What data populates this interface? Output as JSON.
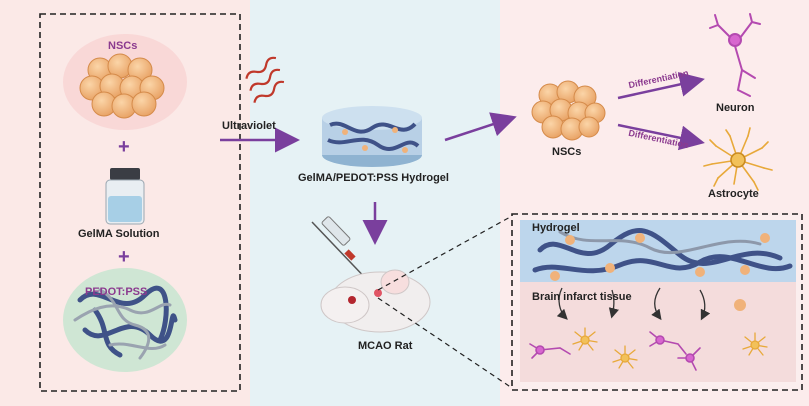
{
  "labels": {
    "nscs_top": "NSCs",
    "plus1": "+",
    "gelma_solution": "GelMA Solution",
    "plus2": "+",
    "pedot_pss": "PEDOT:PSS",
    "ultraviolet": "Ultraviolet",
    "hydrogel_composite": "GelMA/PEDOT:PSS Hydrogel",
    "mcao_rat": "MCAO Rat",
    "nscs_right": "NSCs",
    "differentiation_1": "Differentiation",
    "differentiation_2": "Differentiation",
    "neuron": "Neuron",
    "astrocyte": "Astrocyte",
    "hydrogel": "Hydrogel",
    "brain_infarct": "Brain infarct tissue"
  },
  "colors": {
    "arrow_purple": "#7a3f9d",
    "nsc_orange": "#f0b27a",
    "hydrogel_blue": "#4a5f9a",
    "neuron_magenta": "#b44ab0",
    "astrocyte_yellow": "#e8a93a"
  }
}
